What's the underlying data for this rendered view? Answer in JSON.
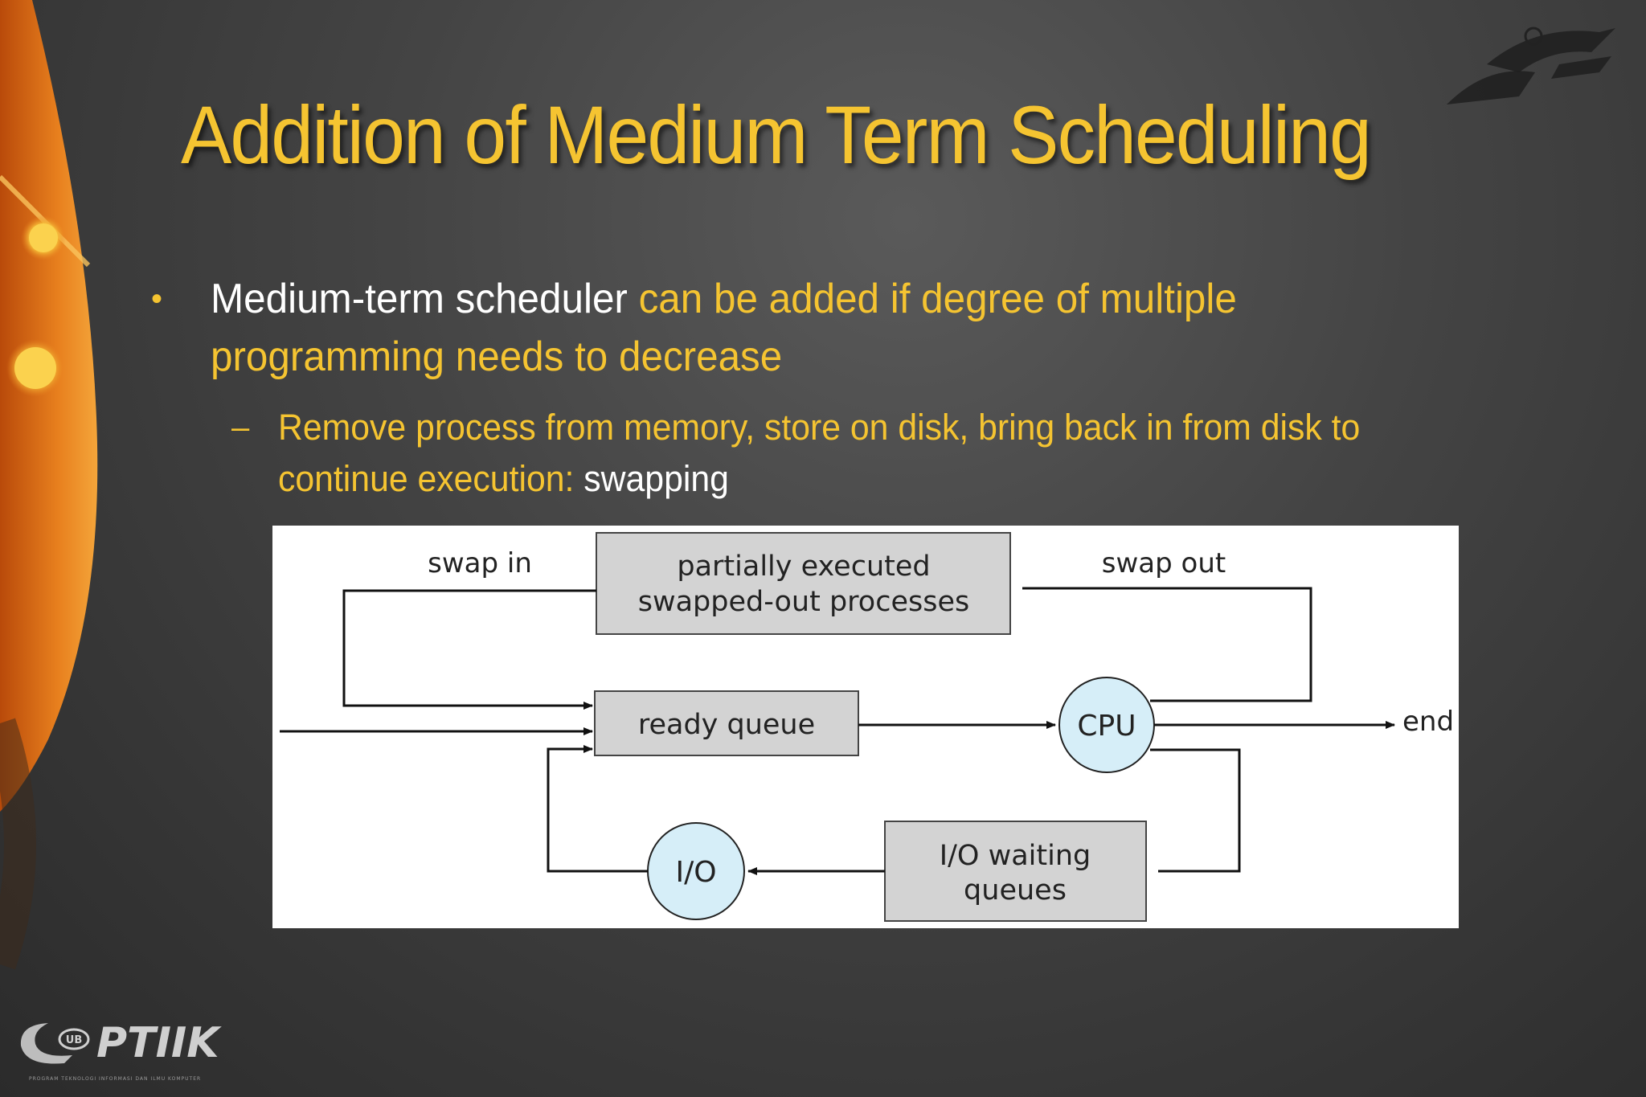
{
  "slide": {
    "title": "Addition of Medium Term Scheduling",
    "bullet": {
      "lead": "Medium-term scheduler",
      "rest": " can be added if degree of multiple programming needs to decrease"
    },
    "sub_bullet": {
      "text": "Remove process from memory, store on disk, bring back in from disk to continue execution: ",
      "highlight": "swapping"
    }
  },
  "diagram": {
    "swapped_box_line1": "partially executed",
    "swapped_box_line2": "swapped-out processes",
    "swap_in_label": "swap in",
    "swap_out_label": "swap out",
    "ready_queue_label": "ready queue",
    "cpu_label": "CPU",
    "end_label": "end",
    "io_label": "I/O",
    "io_wait_line1": "I/O waiting",
    "io_wait_line2": "queues"
  },
  "logo": {
    "brand": "PTIIK",
    "badge": "UB",
    "tagline": "PROGRAM TEKNOLOGI INFORMASI DAN ILMU KOMPUTER"
  },
  "colors": {
    "accent": "#f5c431",
    "circle_fill": "#d6eef8",
    "box_fill": "#d3d3d3"
  }
}
